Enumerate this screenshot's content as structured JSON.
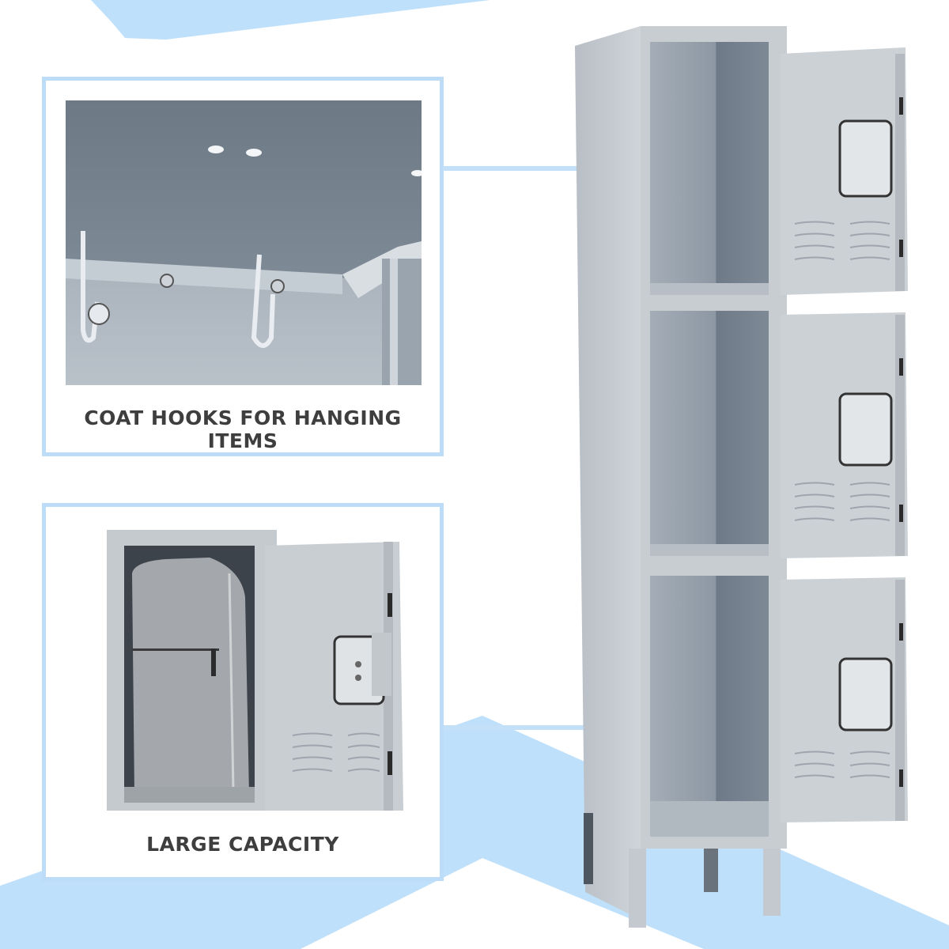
{
  "colors": {
    "accent_blue": "#bcdcf8",
    "floor_blue": "#bfe0fb",
    "locker_gray": "#c3c8ce",
    "locker_interior": "#8e99a6",
    "locker_dark": "#6c7886",
    "caption_text": "#3e3e3e",
    "background": "#ffffff"
  },
  "insets": [
    {
      "id": "coat-hooks",
      "caption": "COAT HOOKS FOR HANGING ITEMS",
      "depicts": "close-up of two chrome coat hooks mounted under locker shelf"
    },
    {
      "id": "large-capacity",
      "caption": "LARGE CAPACITY",
      "depicts": "single locker compartment with open door holding a gray backpack"
    }
  ],
  "product": {
    "name": "3-tier steel locker",
    "compartments": 3,
    "doors_open": true
  }
}
